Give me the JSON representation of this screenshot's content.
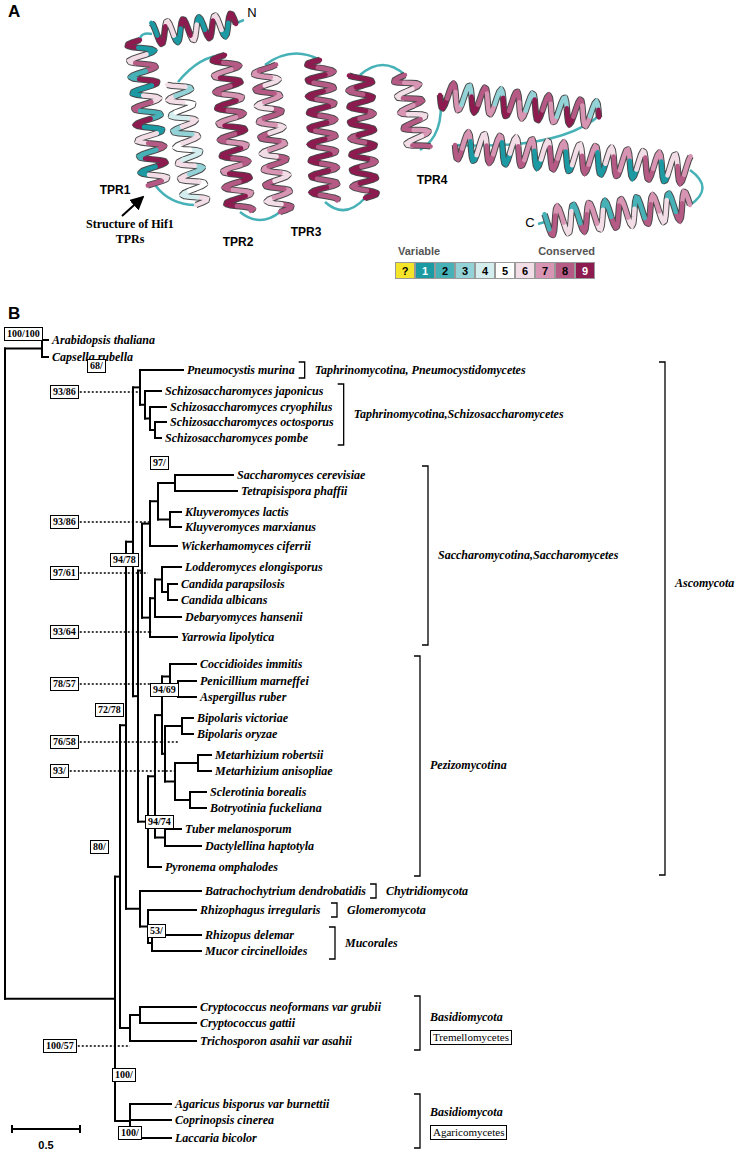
{
  "diagram": {
    "nodes": [
      {
        "text": [
          "100/100"
        ]
      },
      {
        "text": [
          "68/"
        ]
      },
      {
        "text": [
          "93/86"
        ]
      },
      {
        "text": [
          "97/"
        ]
      },
      {
        "text": [
          "93/86"
        ]
      },
      {
        "text": [
          "94/78"
        ]
      },
      {
        "text": [
          "97/61"
        ]
      },
      {
        "text": [
          "93/64"
        ]
      },
      {
        "text": [
          "78/57"
        ]
      },
      {
        "text": [
          "94/69"
        ]
      },
      {
        "text": [
          "72/78"
        ]
      },
      {
        "text": [
          "76/58"
        ]
      },
      {
        "text": [
          "93/"
        ]
      },
      {
        "text": [
          "94/74"
        ]
      },
      {
        "text": [
          "80/"
        ]
      },
      {
        "text": [
          "53/"
        ]
      },
      {
        "text": [
          "100/57"
        ]
      },
      {
        "text": [
          "Tremellomycetes"
        ]
      },
      {
        "text": [
          "100/"
        ]
      },
      {
        "text": [
          "100/"
        ]
      },
      {
        "text": [
          "Agaricomycetes"
        ]
      }
    ],
    "labels": [
      "A",
      "N",
      "TPR1",
      "Structure of Hif1 TPRs",
      "TPR2",
      "TPR3",
      "TPR4",
      "C",
      "Variable",
      "Conserved",
      "B",
      "Arabidopsis thaliana",
      "Capsella rubella",
      "Pneumocystis murina",
      "Taphrinomycotina, Pneumocystidomycetes",
      "Schizosaccharomyces japonicus",
      "Schizosaccharomyces cryophilus",
      "Taphrinomycotina,Schizosaccharomycetes",
      "Schizosaccharomyces octosporus",
      "Schizosaccharomyces pombe",
      "Saccharomyces cerevisiae",
      "Tetrapisispora phaffii",
      "Kluyveromyces lactis",
      "Kluyveromyces marxianus",
      "Wickerhamomyces ciferrii",
      "Saccharomycotina,Saccharomycetes",
      "Lodderomyces elongisporus",
      "Ascomycota",
      "Candida parapsilosis",
      "Candida albicans",
      "Debaryomyces hansenii",
      "Yarrowia lipolytica",
      "Coccidioides immitis",
      "Penicillium marneffei",
      "Aspergillus ruber",
      "Bipolaris victoriae",
      "Bipolaris oryzae",
      "Metarhizium robertsii",
      "Pezizomycotina",
      "Metarhizium anisopliae",
      "Sclerotinia borealis",
      "Botryotinia fuckeliana",
      "Tuber melanosporum",
      "Dactylellina haptotyla",
      "Pyronema omphalodes",
      "Batrachochytrium dendrobatidis",
      "Chytridiomycota",
      "Rhizophagus irregularis",
      "Glomeromycota",
      "Rhizopus delemar",
      "Mucorales",
      "Mucor circinelloides",
      "Cryptococcus neoformans var grubii",
      "Cryptococcus gattii",
      "Basidiomycota",
      "Trichosporon asahii var asahii",
      "Agaricus bisporus var burnettii",
      "Basidiomycota",
      "Coprinopsis cinerea",
      "Laccaria bicolor",
      "0.5"
    ],
    "legend": [
      {
        "text": "?",
        "color": "#f5e52a"
      },
      {
        "text": "1",
        "color": "#1c9aa3"
      },
      {
        "text": "2",
        "color": "#46b1b7"
      },
      {
        "text": "3",
        "color": "#93d2d6"
      },
      {
        "text": "4",
        "color": "#d4eef0"
      },
      {
        "text": "5",
        "color": "#ffffff"
      },
      {
        "text": "6",
        "color": "#f2dde7"
      },
      {
        "text": "7",
        "color": "#d894b3"
      },
      {
        "text": "8",
        "color": "#b55a85"
      },
      {
        "text": "9",
        "color": "#8d1b50"
      }
    ]
  }
}
